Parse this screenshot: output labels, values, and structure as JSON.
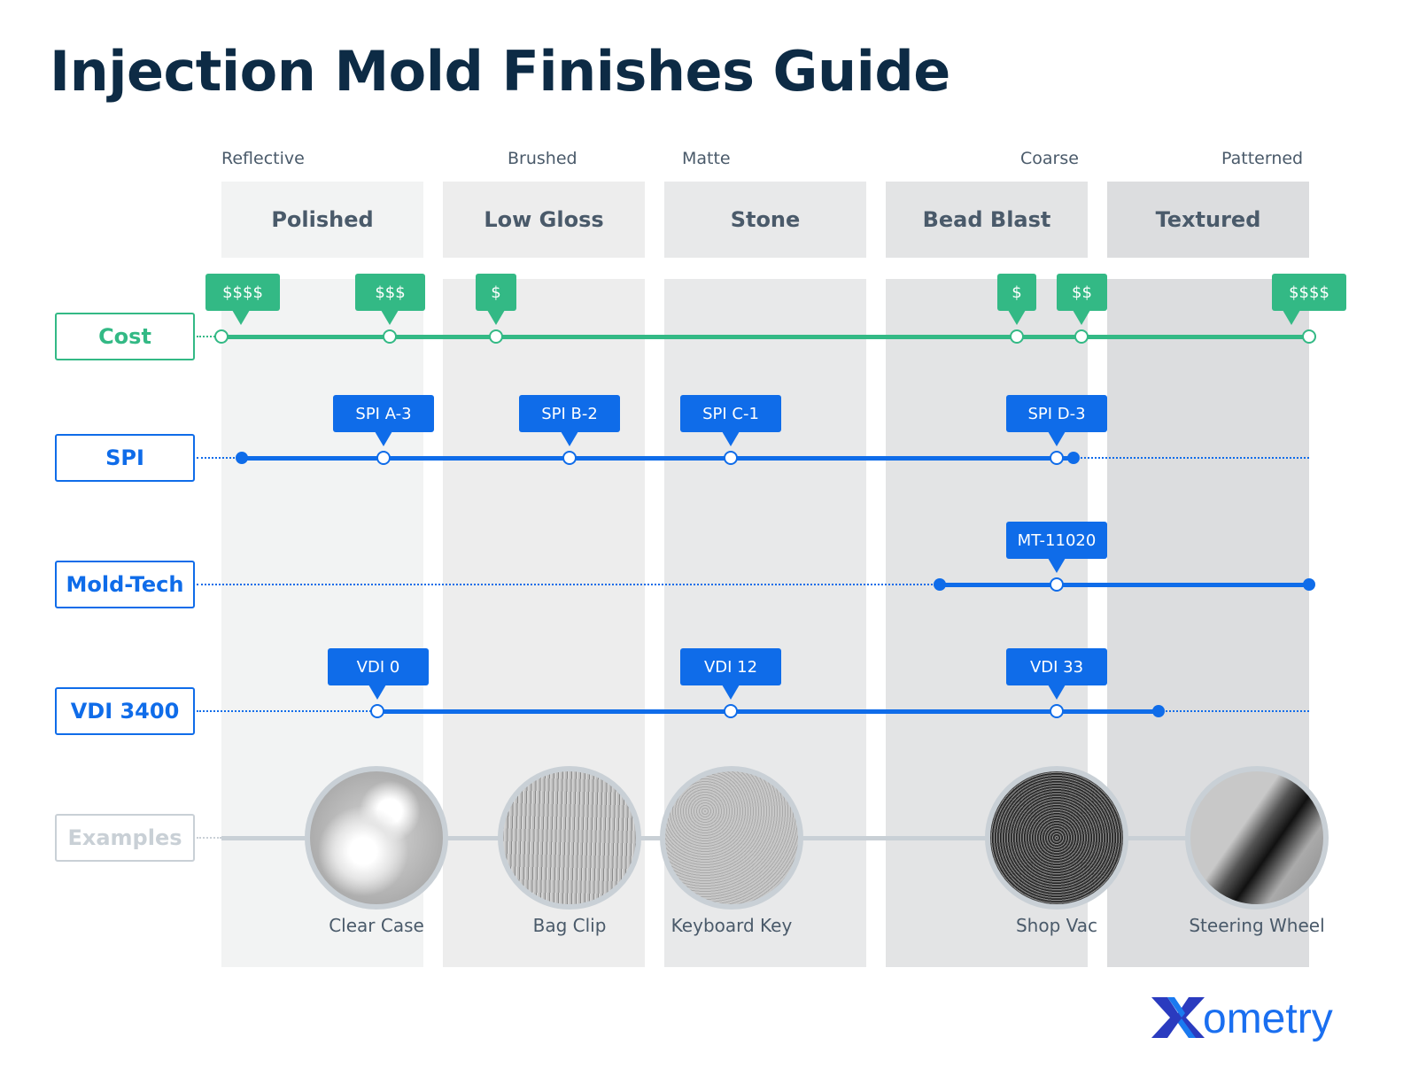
{
  "title": "Injection Mold Finishes Guide",
  "categories": [
    "Reflective",
    "Brushed",
    "Matte",
    "Coarse",
    "Patterned"
  ],
  "columns": [
    "Polished",
    "Low Gloss",
    "Stone",
    "Bead Blast",
    "Textured"
  ],
  "colors": {
    "cost": "#33b985",
    "scale": "#0f6ce9",
    "title": "#0d2b45",
    "examples": "#c9d0d6"
  },
  "rows": {
    "cost": {
      "label": "Cost",
      "tags": [
        "$$$$",
        "$$$",
        "$",
        "$",
        "$$",
        "$$$$"
      ]
    },
    "spi": {
      "label": "SPI",
      "tags": [
        "SPI A-3",
        "SPI B-2",
        "SPI C-1",
        "SPI D-3"
      ]
    },
    "moldtech": {
      "label": "Mold-Tech",
      "tags": [
        "MT-11020"
      ]
    },
    "vdi": {
      "label": "VDI 3400",
      "tags": [
        "VDI 0",
        "VDI 12",
        "VDI 33"
      ]
    },
    "examples": {
      "label": "Examples",
      "items": [
        "Clear Case",
        "Bag Clip",
        "Keyboard Key",
        "Shop Vac",
        "Steering Wheel"
      ]
    }
  },
  "logo": "Xometry"
}
